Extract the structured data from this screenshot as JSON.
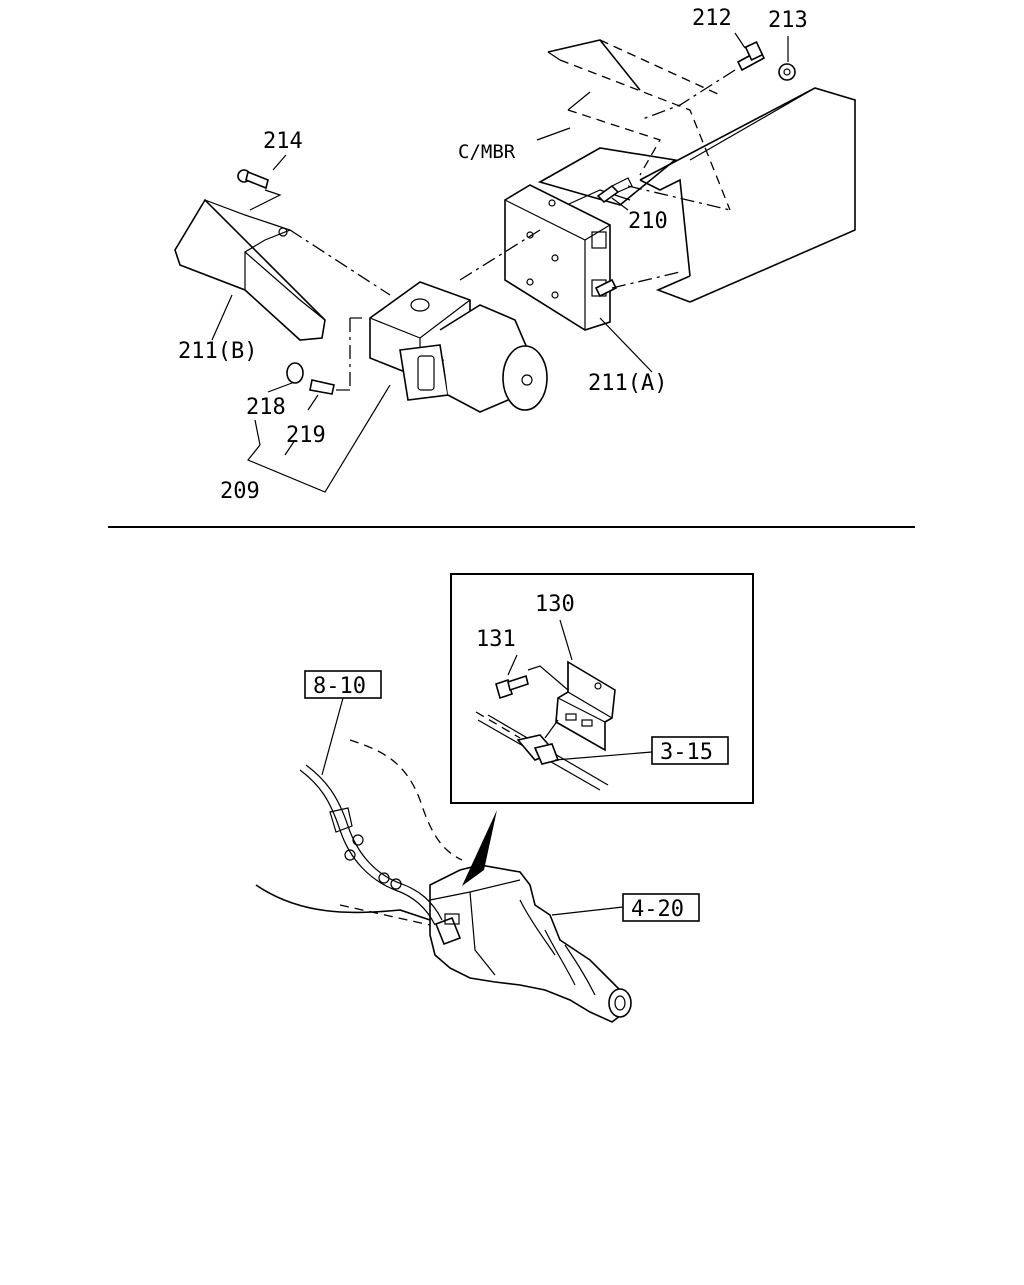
{
  "top_callouts": {
    "c212": "212",
    "c213": "213",
    "c214": "214",
    "cmbr": "C/MBR",
    "c210": "210",
    "c211b": "211(B)",
    "c211a": "211(A)",
    "c218": "218",
    "c219": "219",
    "c209": "209"
  },
  "bottom_callouts": {
    "c130": "130",
    "c131": "131",
    "ref_3_15": "3-15",
    "ref_8_10": "8-10",
    "ref_4_20": "4-20"
  }
}
